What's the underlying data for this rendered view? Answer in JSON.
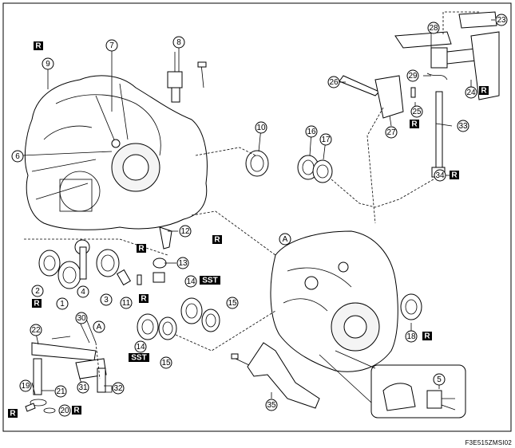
{
  "figure_code": "F3E515ZMSI02",
  "callouts": [
    {
      "id": "c1",
      "label": "1"
    },
    {
      "id": "c2",
      "label": "2"
    },
    {
      "id": "c3",
      "label": "3"
    },
    {
      "id": "c4",
      "label": "4"
    },
    {
      "id": "c5",
      "label": "5"
    },
    {
      "id": "c6",
      "label": "6"
    },
    {
      "id": "c7",
      "label": "7"
    },
    {
      "id": "c8",
      "label": "8"
    },
    {
      "id": "c9",
      "label": "9"
    },
    {
      "id": "c10",
      "label": "10"
    },
    {
      "id": "c11",
      "label": "11"
    },
    {
      "id": "c12",
      "label": "12"
    },
    {
      "id": "c13",
      "label": "13"
    },
    {
      "id": "c14a",
      "label": "14"
    },
    {
      "id": "c14b",
      "label": "14"
    },
    {
      "id": "c15a",
      "label": "15"
    },
    {
      "id": "c15b",
      "label": "15"
    },
    {
      "id": "c16",
      "label": "16"
    },
    {
      "id": "c17",
      "label": "17"
    },
    {
      "id": "c18",
      "label": "18"
    },
    {
      "id": "c19",
      "label": "19"
    },
    {
      "id": "c20",
      "label": "20"
    },
    {
      "id": "c21",
      "label": "21"
    },
    {
      "id": "c22",
      "label": "22"
    },
    {
      "id": "c23",
      "label": "23"
    },
    {
      "id": "c24",
      "label": "24"
    },
    {
      "id": "c25",
      "label": "25"
    },
    {
      "id": "c26",
      "label": "26"
    },
    {
      "id": "c27",
      "label": "27"
    },
    {
      "id": "c28",
      "label": "28"
    },
    {
      "id": "c29",
      "label": "29"
    },
    {
      "id": "c30",
      "label": "30"
    },
    {
      "id": "c31",
      "label": "31"
    },
    {
      "id": "c32",
      "label": "32"
    },
    {
      "id": "c33",
      "label": "33"
    },
    {
      "id": "c34",
      "label": "34"
    },
    {
      "id": "c35",
      "label": "35"
    },
    {
      "id": "cA1",
      "label": "A"
    },
    {
      "id": "cA2",
      "label": "A"
    }
  ],
  "badges": {
    "replace": "R",
    "special_tool": "SST"
  }
}
